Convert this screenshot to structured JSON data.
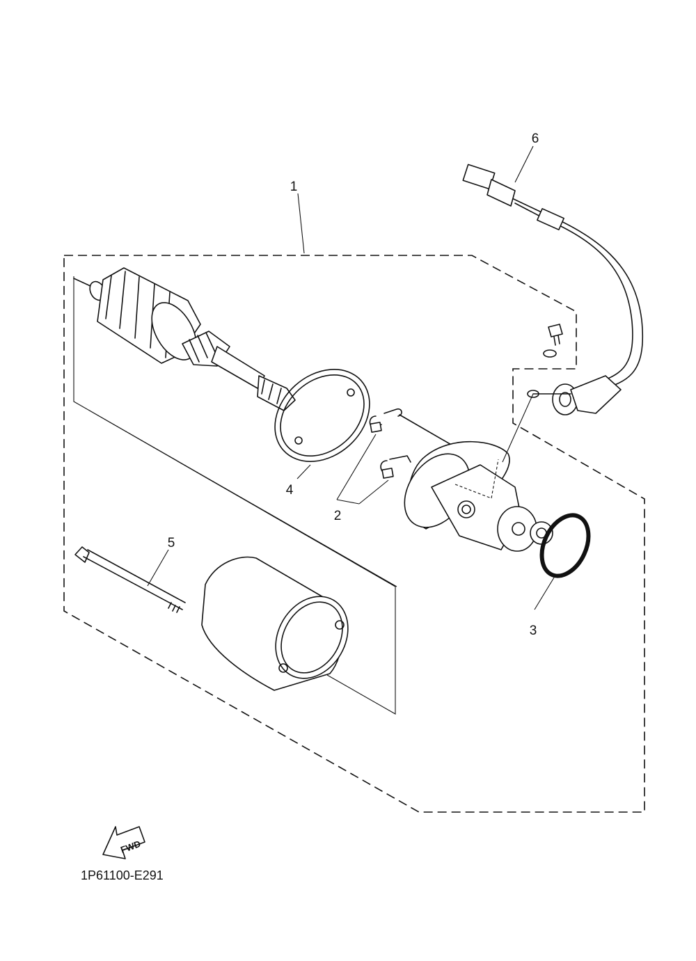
{
  "callouts": [
    {
      "id": "1",
      "label": "1"
    },
    {
      "id": "2",
      "label": "2"
    },
    {
      "id": "3",
      "label": "3"
    },
    {
      "id": "4",
      "label": "4"
    },
    {
      "id": "5",
      "label": "5"
    },
    {
      "id": "6",
      "label": "6"
    }
  ],
  "direction_indicator": {
    "label": "FWD"
  },
  "diagram_code": "1P61100-E291"
}
